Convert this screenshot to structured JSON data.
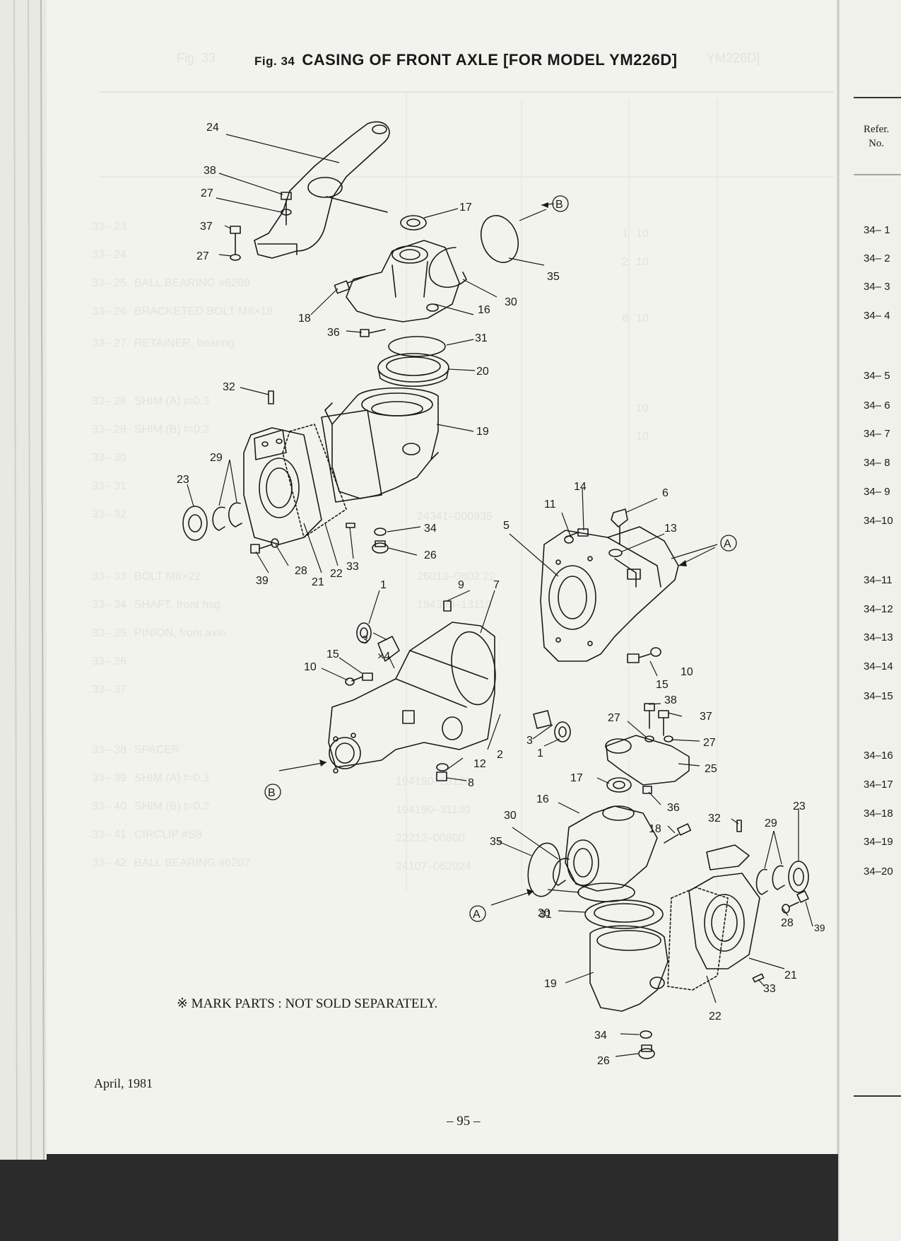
{
  "figure": {
    "fig_label": "Fig. 34",
    "title": "CASING OF FRONT AXLE [FOR MODEL YM226D]"
  },
  "note": "※  MARK PARTS :  NOT SOLD SEPARATELY.",
  "date": "April,  1981",
  "page_number": "– 95 –",
  "reference_column": {
    "header_line1": "Refer.",
    "header_line2": "No.",
    "items": [
      "34– 1",
      "34– 2",
      "34– 3",
      "34– 4",
      "34– 5",
      "34– 6",
      "34– 7",
      "34– 8",
      "34– 9",
      "34–10",
      "34–11",
      "34–12",
      "34–13",
      "34–14",
      "34–15",
      "34–16",
      "34–17",
      "34–18",
      "34–19",
      "34–20"
    ]
  },
  "callouts": [
    "24",
    "38",
    "27",
    "37",
    "27",
    "17",
    "B",
    "35",
    "30",
    "18",
    "16",
    "36",
    "31",
    "20",
    "32",
    "19",
    "29",
    "23",
    "34",
    "26",
    "33",
    "21",
    "22",
    "28",
    "39",
    "14",
    "11",
    "6",
    "13",
    "5",
    "A",
    "1",
    "9",
    "7",
    "3",
    "×4",
    "15",
    "10",
    "2",
    "12",
    "8",
    "3",
    "B",
    "1",
    "15",
    "10",
    "38",
    "37",
    "27",
    "27",
    "25",
    "17",
    "36",
    "16",
    "18",
    "32",
    "29",
    "23",
    "30",
    "35",
    "A",
    "31",
    "20",
    "19",
    "21",
    "33",
    "22",
    "28",
    "39",
    "34",
    "26"
  ],
  "colors": {
    "paper": "#f3f3ee",
    "ink": "#1a1a1a",
    "ghost_print": "#d6d6d0",
    "background": "#2b2b2b"
  }
}
